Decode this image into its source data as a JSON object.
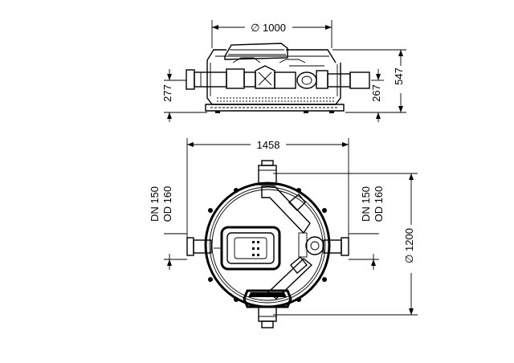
{
  "dimensions": {
    "top_width": "∅ 1000",
    "height_total": "547",
    "height_left": "277",
    "height_right": "267",
    "width_overall": "1458",
    "diameter": "∅ 1200",
    "pipe_left_dn": "DN 150",
    "pipe_left_od": "OD 160",
    "pipe_right_dn": "DN 150",
    "pipe_right_od": "OD 160"
  }
}
